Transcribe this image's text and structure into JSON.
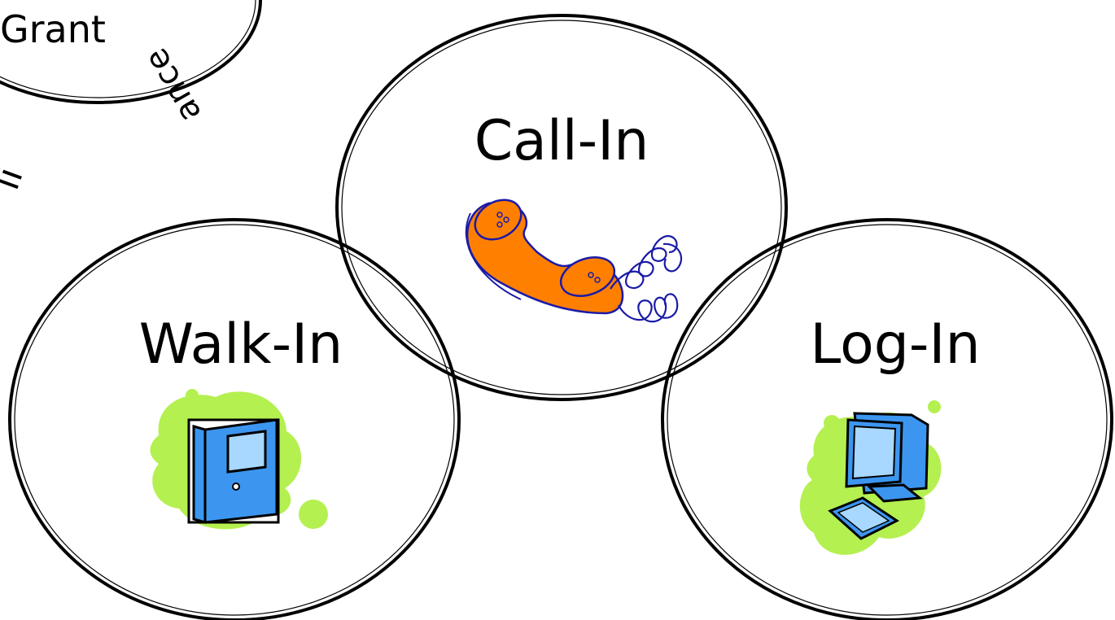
{
  "partial_circle": {
    "label": "Grant",
    "arc_text_upper": "ance",
    "arc_text_lower": "li"
  },
  "circles": [
    {
      "label": "Call-In",
      "icon": "telephone-icon"
    },
    {
      "label": "Walk-In",
      "icon": "door-icon"
    },
    {
      "label": "Log-In",
      "icon": "computer-icon"
    }
  ],
  "colors": {
    "outline": "#000000",
    "phone_orange": "#ff8000",
    "phone_line": "#1a1aa8",
    "blob_green": "#b4f050",
    "icon_blue": "#3c96f0",
    "icon_light": "#a8d8ff"
  }
}
